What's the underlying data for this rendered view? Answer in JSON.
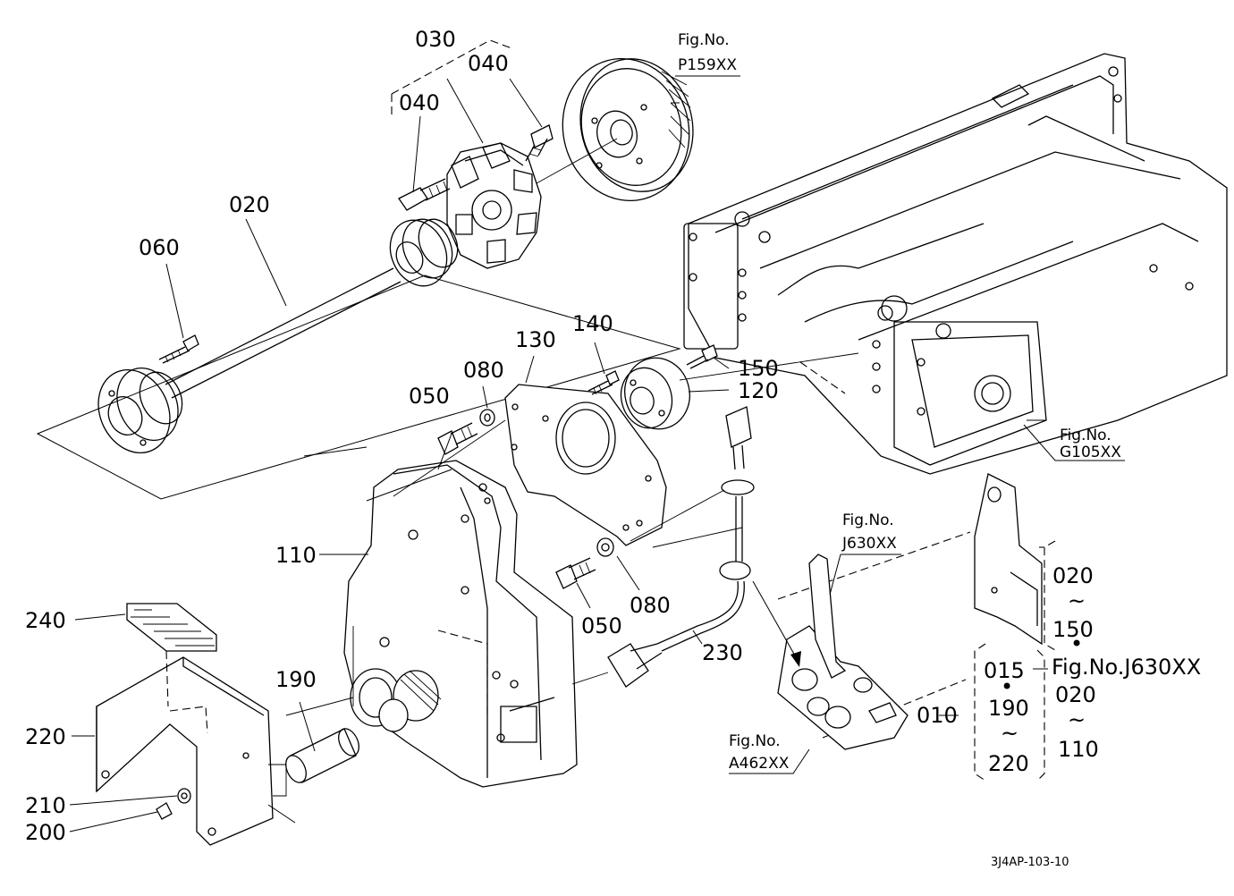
{
  "callouts": {
    "p010": "010",
    "p015": "015",
    "p020": "020",
    "p030": "030",
    "p040a": "040",
    "p040b": "040",
    "p050a": "050",
    "p050b": "050",
    "p060": "060",
    "p080a": "080",
    "p080b": "080",
    "p110": "110",
    "p120": "120",
    "p130": "130",
    "p140": "140",
    "p150": "150",
    "p190": "190",
    "p200": "200",
    "p210": "210",
    "p220": "220",
    "p230": "230",
    "p240": "240"
  },
  "figure_refs": {
    "p159": {
      "prefix": "Fig.No.",
      "code": "P159XX"
    },
    "g105": {
      "prefix": "Fig.No.",
      "code": "G105XX"
    },
    "j630": {
      "prefix": "Fig.No.",
      "code": "J630XX"
    },
    "a462": {
      "prefix": "Fig.No.",
      "code": "A462XX"
    }
  },
  "group_legend": {
    "upper_from": "020",
    "upper_tilde": "~",
    "upper_to": "150",
    "upper_ref": "Fig.No.J630XX",
    "left_from": "015",
    "left_mid": "190",
    "left_tilde": "~",
    "left_to": "220",
    "right_from": "020",
    "right_tilde": "~",
    "right_to": "110",
    "dot": "•"
  },
  "drawing_code": "3J4AP-103-10"
}
